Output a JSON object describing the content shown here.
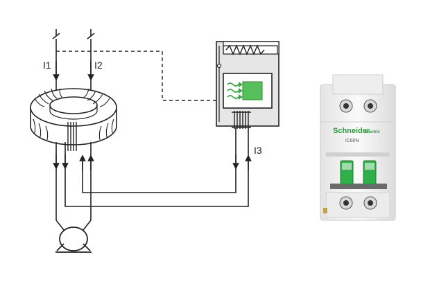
{
  "diagram": {
    "labels": {
      "i1": "I1",
      "i2": "I2",
      "i3": "I3"
    },
    "colors": {
      "line": "#222222",
      "coil_fill": "#58c05a",
      "relay_body": "#e6e6e6",
      "breaker_body": "#f1f1f1",
      "handle": "#2fb04a"
    }
  },
  "breaker": {
    "brand": "Schneider",
    "brand_sub": "Electric",
    "model": "iC60N"
  }
}
